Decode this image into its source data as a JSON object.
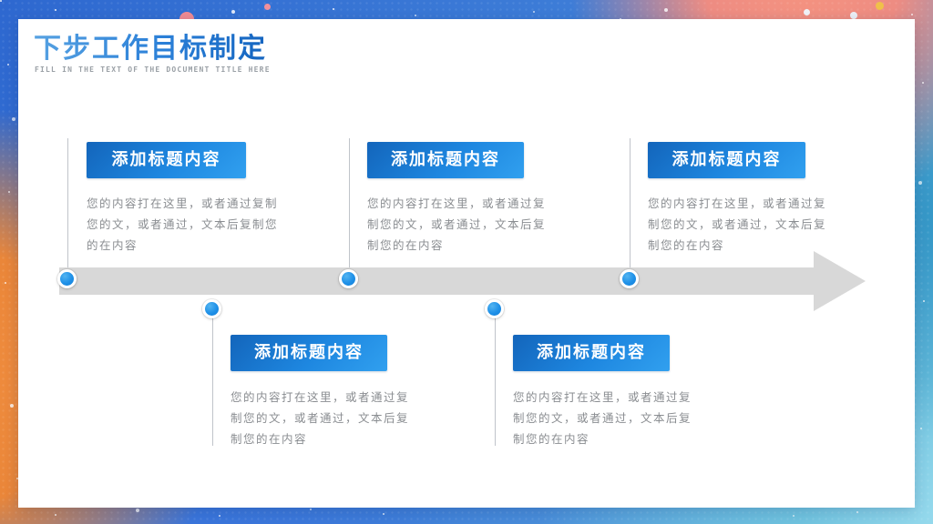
{
  "header": {
    "title": "下步工作目标制定",
    "subtitle": "FILL IN THE TEXT OF THE DOCUMENT TITLE HERE"
  },
  "timeline": {
    "item_count": 5,
    "top_row_items": 3,
    "bottom_row_items": 2,
    "arrow_direction": "right"
  },
  "items": [
    {
      "title": "添加标题内容",
      "lines": [
        "您的内容打在这里，或者通过复制",
        "您的文，或者通过，文本后复制您",
        "的在内容"
      ]
    },
    {
      "title": "添加标题内容",
      "lines": [
        "您的内容打在这里，或者通过复",
        "制您的文，或者通过，文本后复",
        "制您的在内容"
      ]
    },
    {
      "title": "添加标题内容",
      "lines": [
        "您的内容打在这里，或者通过复",
        "制您的文，或者通过，文本后复",
        "制您的在内容"
      ]
    },
    {
      "title": "添加标题内容",
      "lines": [
        "您的内容打在这里，或者通过复",
        "制您的文，或者通过，文本后复",
        "制您的在内容"
      ]
    },
    {
      "title": "添加标题内容",
      "lines": [
        "您的内容打在这里，或者通过复",
        "制您的文，或者通过，文本后复",
        "制您的在内容"
      ]
    }
  ],
  "colors": {
    "title_gradient_start": "#57a2e2",
    "title_gradient_end": "#1565c0",
    "button_gradient_start": "#1365bb",
    "button_gradient_end": "#31a0ef",
    "body_text": "#8a8d91",
    "timeline_bar": "#d8d8d8",
    "dot_blue": "#1e90e8",
    "subtitle_gray": "#9aa0a6"
  }
}
